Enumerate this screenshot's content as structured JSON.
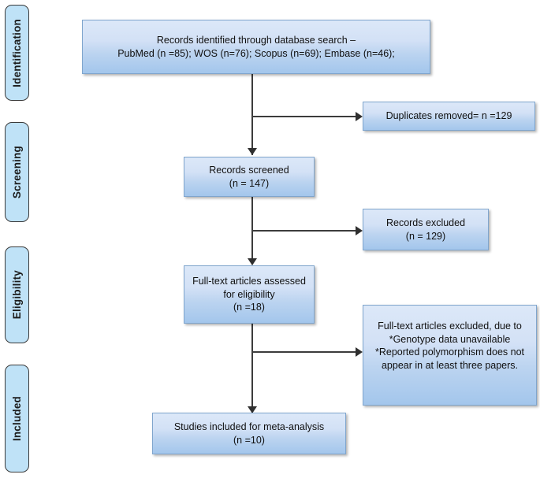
{
  "diagram": {
    "title": "PRISMA study selection flow diagram",
    "accent_color": "#a3c6ec",
    "stage_color": "#bfe2f7",
    "line_color": "#3c3c3c"
  },
  "stages": [
    {
      "label": "Identification"
    },
    {
      "label": "Screening"
    },
    {
      "label": "Eligibility"
    },
    {
      "label": "Included"
    }
  ],
  "flow": {
    "identified": "Records identified through database search –\nPubMed (n =85); WOS (n=76); Scopus (n=69); Embase (n=46);",
    "duplicates_removed": "Duplicates removed= n =129",
    "screened": "Records screened\n(n = 147)",
    "records_excluded": "Records excluded\n(n = 129)",
    "fulltext_assessed": "Full-text articles assessed\nfor eligibility\n(n =18)",
    "fulltext_excluded": "Full-text articles excluded, due to\n*Genotype data unavailable\n*Reported polymorphism does not\nappear in at least three papers.",
    "included": "Studies included for meta-analysis\n(n =10)"
  }
}
